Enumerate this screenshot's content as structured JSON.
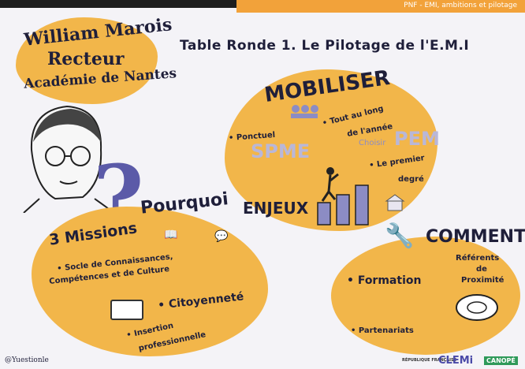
{
  "header": {
    "top_right": "PNF - EMI, ambitions et pilotage"
  },
  "speaker": {
    "name": "William Marois",
    "role": "Recteur",
    "academy": "Académie de Nantes"
  },
  "title": "Table Ronde 1. Le Pilotage de l'E.M.I",
  "mobiliser": {
    "heading": "MOBILISER",
    "ponctuel": "• Ponctuel",
    "spme": "SPME",
    "tout_long_1": "• Tout au long",
    "tout_long_2": "de l'année",
    "choisir": "Choisir",
    "pem": "PEM",
    "premier_1": "• Le premier",
    "premier_2": "degré",
    "enjeux": "ENJEUX"
  },
  "pourquoi": {
    "heading": "Pourquoi",
    "missions": "3 Missions",
    "socle_1": "• Socle de Connaissances,",
    "socle_2": "Compétences et de Culture",
    "citoyennete": "• Citoyenneté",
    "insertion_1": "• Insertion",
    "insertion_2": "professionnelle"
  },
  "comment": {
    "heading": "COMMENT",
    "formation": "• Formation",
    "partenariats": "• Partenariats",
    "referents_1": "Référents",
    "referents_2": "de",
    "referents_3": "Proximité"
  },
  "footer": {
    "signature": "@Yuestionle",
    "republique": "RÉPUBLIQUE FRANÇAISE",
    "clemi": "CLEMi",
    "canope": "CANOPÉ"
  },
  "colors": {
    "orange": "#f2b64a",
    "ink": "#1f1f3a",
    "purple": "#5b5aa8"
  },
  "icons": [
    "question-mark-icon",
    "hands-icon",
    "chart-bars-icon",
    "tools-icon",
    "microphone-icon",
    "book-icon",
    "speech-bubble-icon",
    "ticket-icon",
    "school-icon"
  ]
}
